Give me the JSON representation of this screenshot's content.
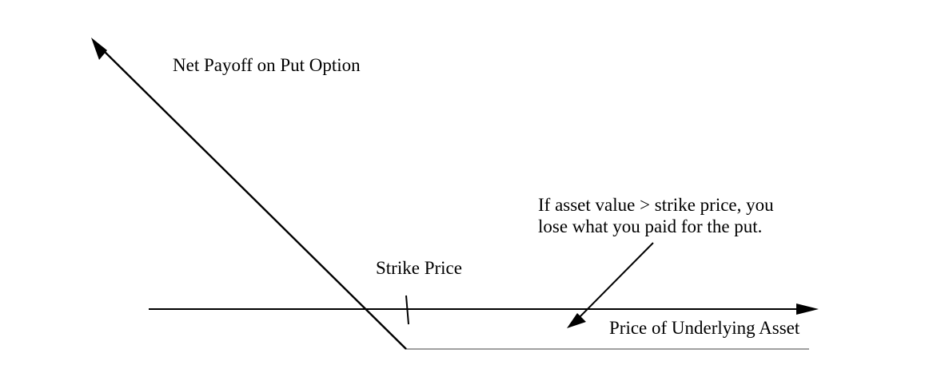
{
  "diagram": {
    "payoff_label": "Net Payoff on Put Option",
    "strike_label": "Strike Price",
    "annotation_line1": "If asset value > strike price, you",
    "annotation_line2": "lose what you paid for the put.",
    "x_axis_label": "Price of Underlying Asset"
  }
}
